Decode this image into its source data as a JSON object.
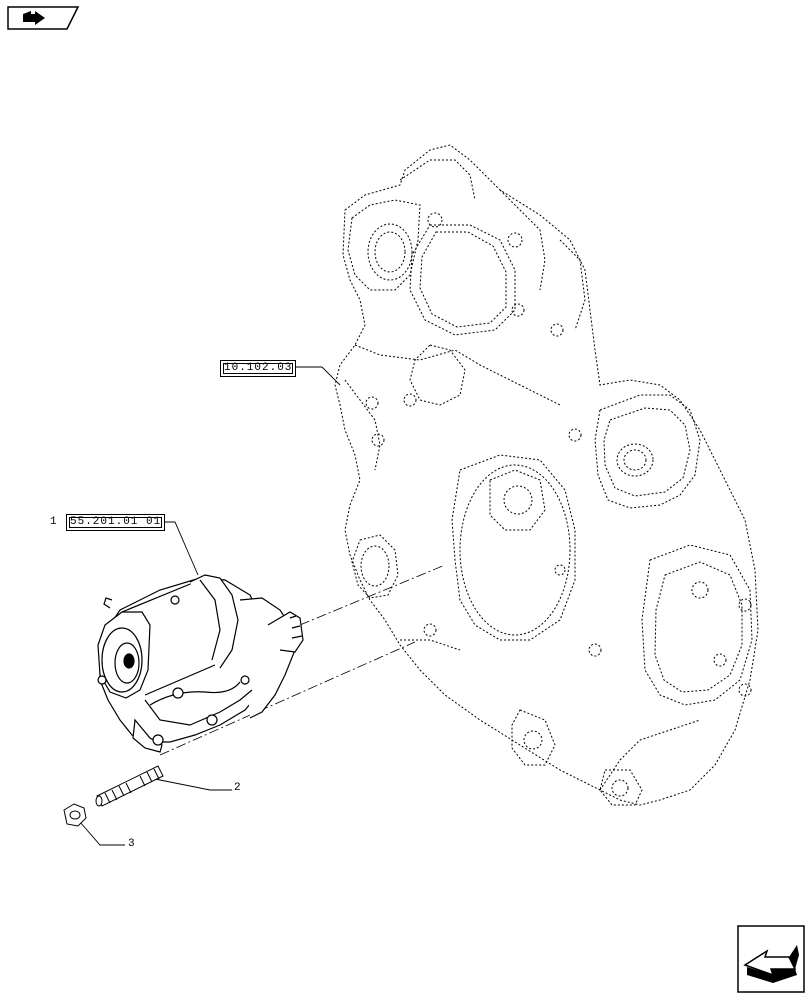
{
  "references": {
    "engine_cover_ref": "10.102.03",
    "starter_ref": "55.201.01 01"
  },
  "callouts": {
    "starter": "1",
    "stud": "2",
    "nut": "3"
  },
  "nav": {
    "top_left_icon": "book-arrow-icon",
    "bottom_right_icon": "next-page-arrow-icon"
  }
}
